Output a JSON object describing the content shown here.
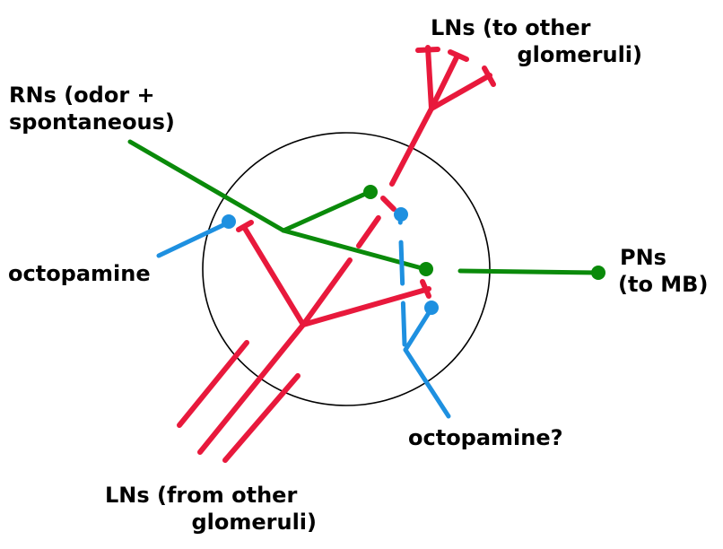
{
  "labels": {
    "rns": [
      "RNs (odor +",
      "spontaneous)"
    ],
    "lns_to": [
      "LNs (to other",
      "glomeruli)"
    ],
    "octopamine_left": "octopamine",
    "pns": [
      "PNs",
      "(to MB)"
    ],
    "octopamine_q": "octopamine?",
    "lns_from": [
      "LNs (from other",
      "glomeruli)"
    ]
  },
  "colors": {
    "ln": "#e8193c",
    "rn_pn": "#0a8a0a",
    "octopamine": "#1e90e0",
    "outline": "#000000"
  }
}
